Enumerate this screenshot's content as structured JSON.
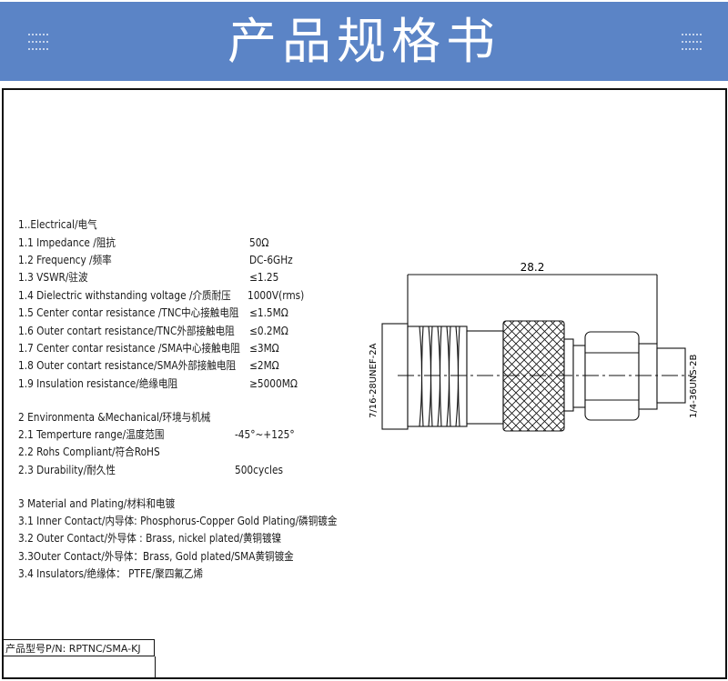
{
  "header": {
    "title": "产品规格书",
    "color": "#5b84c6"
  },
  "sections": [
    {
      "heading": "1..Electrical/电气",
      "items": [
        {
          "label": "1.1 Impedance  /阻抗",
          "value": "50Ω"
        },
        {
          "label": "1.2 Frequency /频率",
          "value": "DC-6GHz"
        },
        {
          "label": "1.3 VSWR/驻波",
          "value": "≤1.25"
        },
        {
          "label": "1.4 Dielectric withstanding voltage /介质耐压",
          "value": "1000V(rms)"
        },
        {
          "label": "1.5 Center contar resistance /TNC中心接触电阻",
          "value": "≤1.5MΩ"
        },
        {
          "label": "1.6 Outer contart resistance/TNC外部接触电阻",
          "value": "≤0.2MΩ"
        },
        {
          "label": "1.7 Center contar resistance /SMA中心接触电阻",
          "value": "≤3MΩ"
        },
        {
          "label": "1.8 Outer contart resistance/SMA外部接触电阻",
          "value": "≤2MΩ"
        },
        {
          "label": "1.9 Insulation  resistance/绝缘电阻",
          "value": "≥5000MΩ"
        }
      ]
    },
    {
      "heading": "2 Environmenta &Mechanical/环境与机械",
      "items": [
        {
          "label": "2.1 Temperture range/温度范围",
          "value": "-45°~+125°"
        },
        {
          "label": "2.2 Rohs Compliant/符合RoHS",
          "value": ""
        },
        {
          "label": "2.3 Durability/耐久性",
          "value": "500cycles"
        }
      ]
    },
    {
      "heading": "3 Material and Plating/材料和电镀",
      "items": [
        {
          "label": "3.1 Inner Contact/内导体:  Phosphorus-Copper Gold Plating/磷铜镀金"
        },
        {
          "label": "3.2 Outer Contact/外导体 : Brass, nickel plated/黄铜镀镍"
        },
        {
          "label": "3.3Outer Contact/外导体：Brass, Gold plated/SMA黄铜镀金"
        },
        {
          "label": "3.4 Insulators/绝缘体： PTFE/聚四氟乙烯"
        }
      ]
    }
  ],
  "drawing": {
    "length": "28.2",
    "left_thread": "7/16-28UNEF-2A",
    "right_thread": "1/4-36UNS-2B"
  },
  "part_number": "产品型号P/N:  RPTNC/SMA-KJ"
}
